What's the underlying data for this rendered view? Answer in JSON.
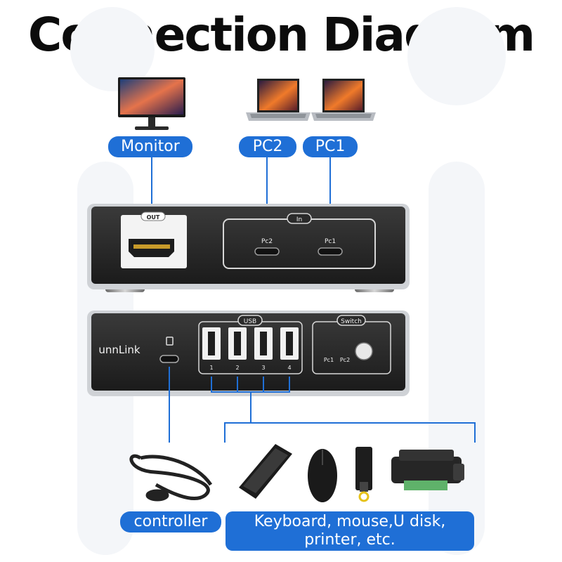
{
  "title": "Connection Diagram",
  "labels": {
    "monitor": "Monitor",
    "pc2": "PC2",
    "pc1": "PC1",
    "controller": "controller",
    "peripherals_line1": "Keyboard, mouse,U disk,",
    "peripherals_line2": "printer, etc."
  },
  "device_back": {
    "out_label": "OUT",
    "in_label": "In",
    "port_pc2": "Pc2",
    "port_pc1": "Pc1"
  },
  "device_front": {
    "brand": "unnLink",
    "usb_label": "USB",
    "usb_ports": [
      "1",
      "2",
      "3",
      "4"
    ],
    "switch_label": "Switch",
    "switch_pc1": "Pc1",
    "switch_pc2": "Pc2"
  },
  "colors": {
    "accent": "#1f6fd6",
    "device_body": "#2a2a2a"
  },
  "icons": [
    "monitor-icon",
    "laptop-icon",
    "laptop-icon",
    "remote-controller-icon",
    "keyboard-icon",
    "mouse-icon",
    "usb-disk-icon",
    "printer-icon"
  ]
}
